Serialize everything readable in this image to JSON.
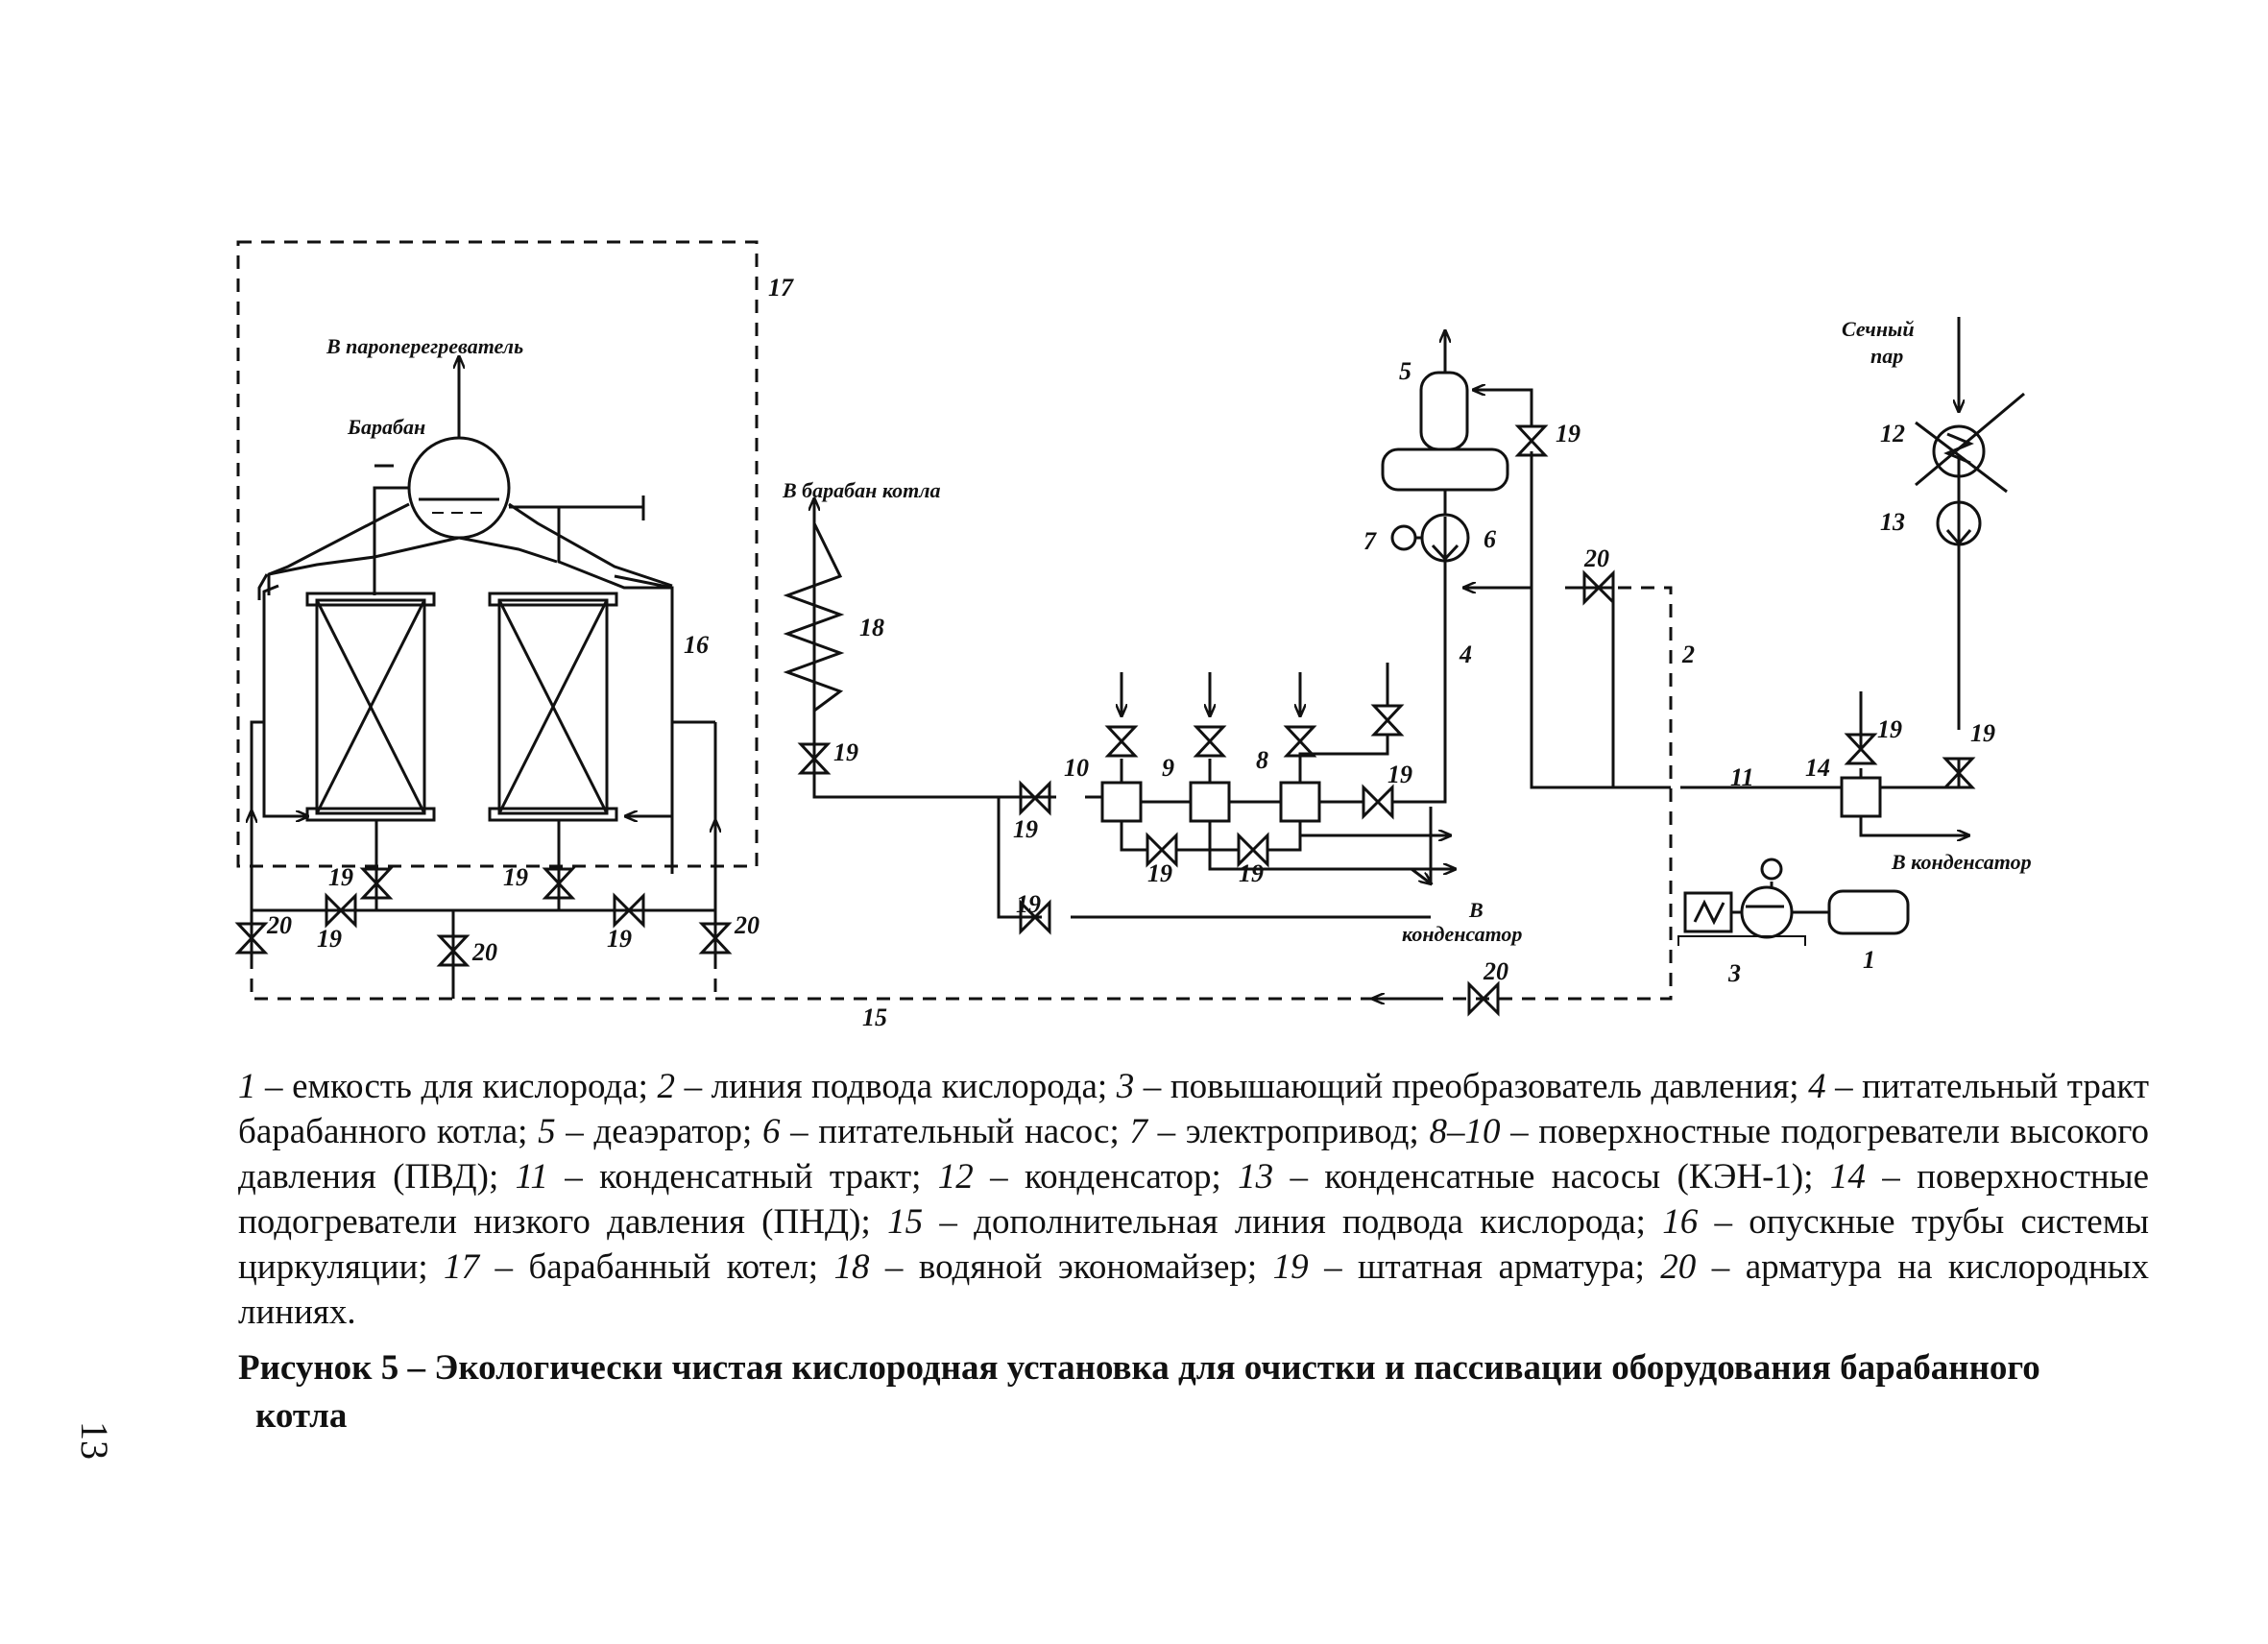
{
  "diagram": {
    "labels": {
      "to_superheater": "В пароперегреватель",
      "drum": "Барабан",
      "to_boiler_drum": "В барабан котла",
      "spent_steam": "Сечный",
      "spent_steam_2": "пар",
      "to_condenser_right": "В конденсатор",
      "to_condenser_mid_1": "В",
      "to_condenser_mid_2": "конденсатор"
    },
    "numbers": {
      "n1": "1",
      "n2": "2",
      "n3": "3",
      "n4": "4",
      "n5": "5",
      "n6": "6",
      "n7": "7",
      "n8": "8",
      "n9": "9",
      "n10": "10",
      "n11": "11",
      "n12": "12",
      "n13": "13",
      "n14": "14",
      "n15": "15",
      "n16": "16",
      "n17": "17",
      "n18": "18",
      "n19": "19",
      "n20": "20"
    }
  },
  "legend": [
    {
      "n": "1",
      "t": " – емкость для кислорода; "
    },
    {
      "n": "2",
      "t": " – линия подвода кислорода; "
    },
    {
      "n": "3",
      "t": " – повышающий преобразователь давления; "
    },
    {
      "n": "4",
      "t": " – питательный тракт барабанного котла; "
    },
    {
      "n": "5",
      "t": " – деаэратор; "
    },
    {
      "n": "6",
      "t": " – питательный насос; "
    },
    {
      "n": "7",
      "t": " – электропривод; "
    },
    {
      "n": "8–10",
      "t": " – поверхностные подогреватели высокого давления (ПВД); "
    },
    {
      "n": "11",
      "t": " – конденсатный тракт; "
    },
    {
      "n": "12",
      "t": " – конденсатор; "
    },
    {
      "n": "13",
      "t": " – конденсатные насосы (КЭН-1); "
    },
    {
      "n": "14",
      "t": " – поверхностные подогреватели низкого давления (ПНД); "
    },
    {
      "n": "15",
      "t": " – дополнительная линия подвода кислорода; "
    },
    {
      "n": "16",
      "t": " – опускные трубы системы циркуляции; "
    },
    {
      "n": "17",
      "t": " – барабанный котел; "
    },
    {
      "n": "18",
      "t": " – водяной экономайзер; "
    },
    {
      "n": "19",
      "t": " – штатная арматура; "
    },
    {
      "n": "20",
      "t": " – арматура на кислородных линиях."
    }
  ],
  "caption": {
    "line1": "Рисунок 5 – Экологически чистая кислородная установка для очистки и пассивации оборудования барабанного",
    "line2": "котла"
  },
  "page_number": "13"
}
